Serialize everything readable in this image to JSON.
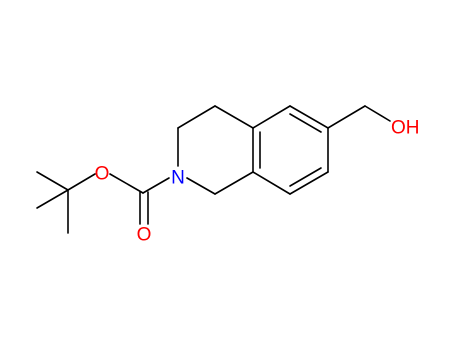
{
  "molecule": {
    "atoms": {
      "hydroxyl": "OH",
      "nitrogen": "N",
      "ester_oxygen": "O",
      "carbonyl_oxygen": "O"
    },
    "colors": {
      "bond": "#000000",
      "nitrogen": "#0000ff",
      "oxygen": "#ff0000",
      "background": "#ffffff"
    }
  }
}
